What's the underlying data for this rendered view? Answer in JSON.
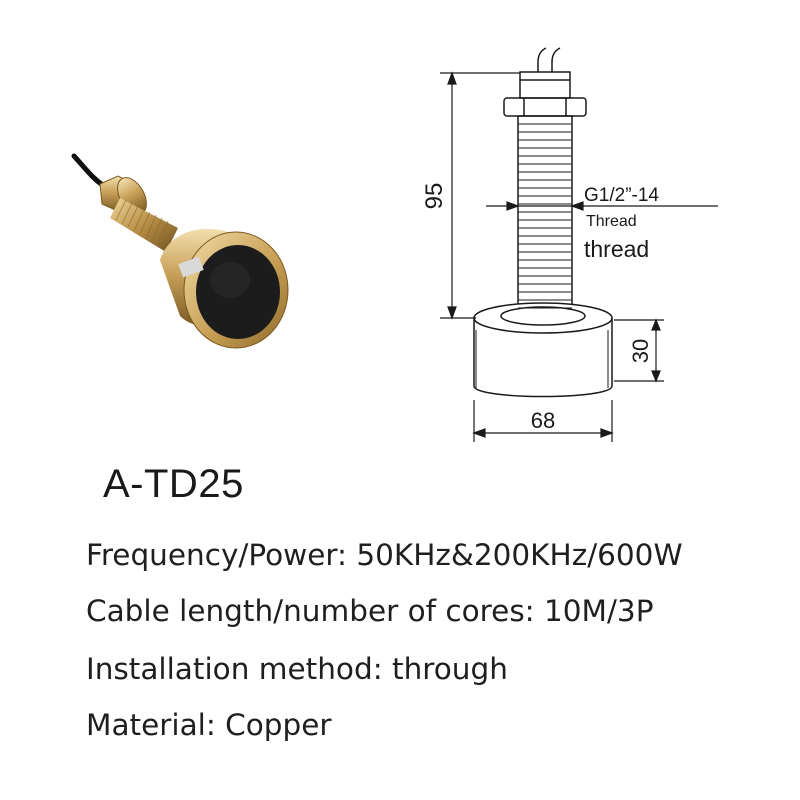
{
  "drawing": {
    "height_dim": "95",
    "thread_spec": "G1/2”-14",
    "thread_sub": "Thread",
    "thread_label": "thread",
    "base_height_dim": "30",
    "base_width_dim": "68"
  },
  "product": {
    "model": "A-TD25",
    "specs": [
      "Frequency/Power: 50KHz&200KHz/600W",
      "Cable length/number of cores: 10M/3P",
      "Installation method: through",
      "Material: Copper"
    ]
  },
  "colors": {
    "brass_light": "#e8c98a",
    "brass": "#c9a25a",
    "brass_dark": "#8a6a2e",
    "face_black": "#1c1c1c",
    "line": "#1a1a1a"
  },
  "icons": {
    "photo": "transducer-photo",
    "drawing": "dimension-drawing"
  }
}
